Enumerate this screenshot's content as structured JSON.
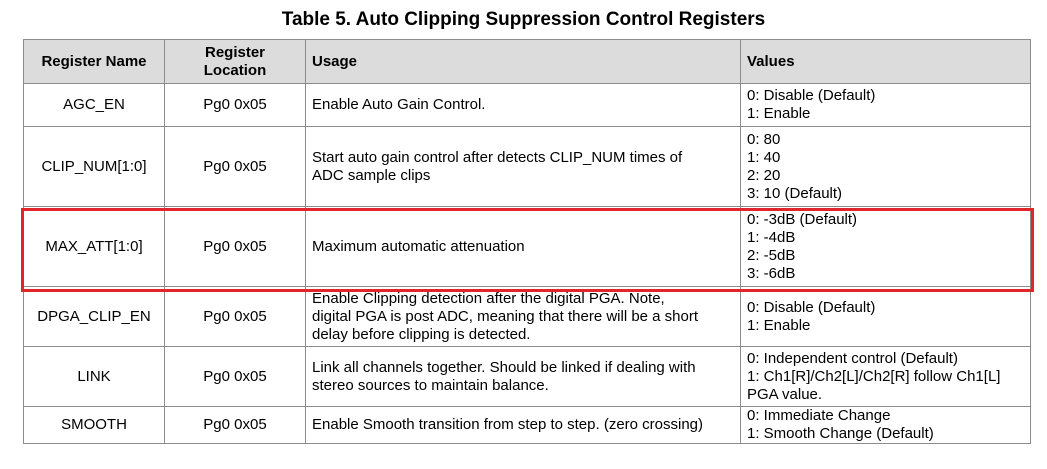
{
  "caption": "Table 5. Auto Clipping Suppression Control Registers",
  "headers": {
    "name": "Register Name",
    "location_line1": "Register",
    "location_line2": "Location",
    "usage": "Usage",
    "values": "Values"
  },
  "rows": [
    {
      "name": "AGC_EN",
      "location": "Pg0 0x05",
      "usage": [
        "Enable Auto Gain Control."
      ],
      "values": [
        "0: Disable (Default)",
        "1: Enable"
      ]
    },
    {
      "name": "CLIP_NUM[1:0]",
      "location": "Pg0 0x05",
      "usage": [
        "Start auto gain control after detects CLIP_NUM times of",
        "ADC sample clips"
      ],
      "values": [
        "0: 80",
        "1: 40",
        "2: 20",
        "3: 10 (Default)"
      ]
    },
    {
      "name": "MAX_ATT[1:0]",
      "location": "Pg0 0x05",
      "usage": [
        "Maximum automatic attenuation"
      ],
      "values": [
        "0: -3dB (Default)",
        "1: -4dB",
        "2: -5dB",
        "3: -6dB"
      ]
    },
    {
      "name": "DPGA_CLIP_EN",
      "location": "Pg0 0x05",
      "usage": [
        "Enable Clipping detection after the digital PGA. Note,",
        "digital PGA is post ADC, meaning that there will be a short",
        "delay before clipping is detected."
      ],
      "values": [
        "0: Disable (Default)",
        "1: Enable"
      ]
    },
    {
      "name": "LINK",
      "location": "Pg0 0x05",
      "usage": [
        "Link all channels together. Should be linked if dealing with",
        "stereo sources to maintain balance."
      ],
      "values": [
        "0: Independent control (Default)",
        "1: Ch1[R]/Ch2[L]/Ch2[R] follow Ch1[L]",
        "PGA value."
      ]
    },
    {
      "name": "SMOOTH",
      "location": "Pg0 0x05",
      "usage": [
        "Enable Smooth transition from step to step. (zero crossing)"
      ],
      "values": [
        "0: Immediate Change",
        "1: Smooth Change (Default)"
      ]
    }
  ],
  "highlight_color": "#e0262b"
}
